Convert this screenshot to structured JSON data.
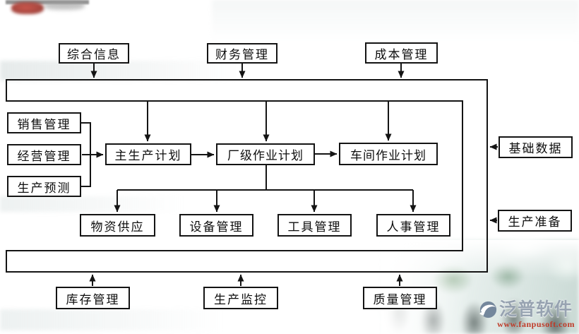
{
  "diagram": {
    "nodes": {
      "comprehensive_info": {
        "label": "综合信息"
      },
      "financial_mgmt": {
        "label": "财务管理"
      },
      "cost_mgmt": {
        "label": "成本管理"
      },
      "sales_mgmt": {
        "label": "销售管理"
      },
      "operations_mgmt": {
        "label": "经营管理"
      },
      "production_forecast": {
        "label": "生产预测"
      },
      "master_production_plan": {
        "label": "主生产计划"
      },
      "factory_operation_plan": {
        "label": "厂级作业计划"
      },
      "workshop_operation_plan": {
        "label": "车间作业计划"
      },
      "basic_data": {
        "label": "基础数据"
      },
      "production_prep": {
        "label": "生产准备"
      },
      "material_supply": {
        "label": "物资供应"
      },
      "equipment_mgmt": {
        "label": "设备管理"
      },
      "tool_mgmt": {
        "label": "工具管理"
      },
      "personnel_mgmt": {
        "label": "人事管理"
      },
      "inventory_mgmt": {
        "label": "库存管理"
      },
      "production_monitoring": {
        "label": "生产监控"
      },
      "quality_mgmt": {
        "label": "质量管理"
      }
    },
    "edges": [
      "comprehensive_info -> bus",
      "financial_mgmt -> bus",
      "cost_mgmt -> bus",
      "bus -> master_production_plan",
      "bus -> factory_operation_plan",
      "bus -> workshop_operation_plan",
      "sales_mgmt -> master_production_plan",
      "operations_mgmt -> master_production_plan",
      "production_forecast -> master_production_plan",
      "master_production_plan -> factory_operation_plan",
      "factory_operation_plan -> workshop_operation_plan",
      "factory_operation_plan -> material_supply",
      "factory_operation_plan -> equipment_mgmt",
      "factory_operation_plan -> tool_mgmt",
      "factory_operation_plan -> personnel_mgmt",
      "basic_data -> bus",
      "production_prep -> bus",
      "inventory_mgmt -> bus",
      "production_monitoring -> bus",
      "quality_mgmt -> bus"
    ],
    "colors": {
      "line": "#141414",
      "box_border": "#141414",
      "box_bg": "#ffffff"
    }
  },
  "logo": {
    "brand": "泛普软件",
    "url": "www.fanpusoft.com",
    "icon": "fanpu-circle-swoosh",
    "brand_color": "#97a3b1",
    "url_color": "#bf3a28"
  }
}
